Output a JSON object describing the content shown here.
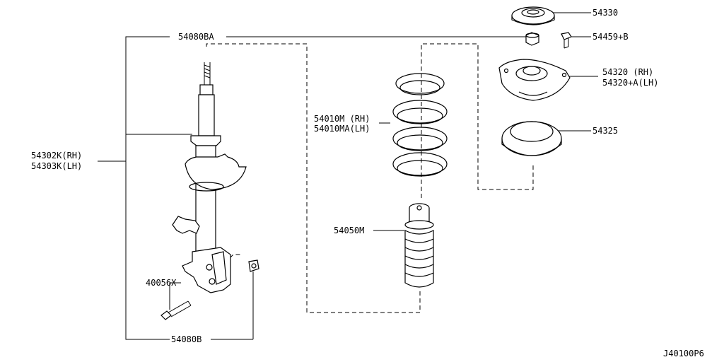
{
  "diagram": {
    "labels": {
      "p54080BA": "54080BA",
      "p54302K": "54302K(RH)",
      "p54303K": "54303K(LH)",
      "p40056X": "40056X",
      "p54080B": "54080B",
      "p54010M": "54010M (RH)",
      "p54010MA": "54010MA(LH)",
      "p54050M": "54050M",
      "p54330": "54330",
      "p54459B": "54459+B",
      "p54320": "54320 (RH)",
      "p54320A": "54320+A(LH)",
      "p54325": "54325",
      "drawing_id": "J40100P6"
    }
  }
}
